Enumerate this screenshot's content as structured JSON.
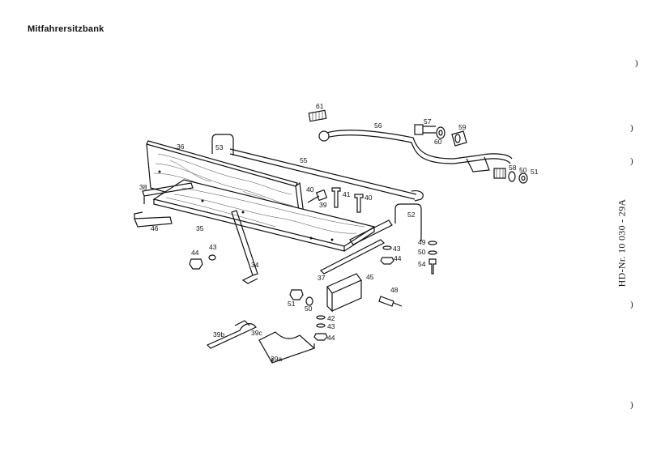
{
  "header": {
    "title": "Mitfahrersitzbank"
  },
  "doc_number": "HD-Nr. 10 030 - 29A",
  "margin_marks": [
    ")",
    ")",
    ")",
    ")",
    ")"
  ],
  "parts": [
    {
      "id": "p61",
      "text": "61"
    },
    {
      "id": "p56",
      "text": "56"
    },
    {
      "id": "p57",
      "text": "57"
    },
    {
      "id": "p60",
      "text": "60"
    },
    {
      "id": "p59",
      "text": "59"
    },
    {
      "id": "p58",
      "text": "58"
    },
    {
      "id": "p50a",
      "text": "50"
    },
    {
      "id": "p51a",
      "text": "51"
    },
    {
      "id": "p36",
      "text": "36"
    },
    {
      "id": "p53",
      "text": "53"
    },
    {
      "id": "p55",
      "text": "55"
    },
    {
      "id": "p38",
      "text": "38"
    },
    {
      "id": "p40a",
      "text": "40"
    },
    {
      "id": "p41",
      "text": "41"
    },
    {
      "id": "p40b",
      "text": "40"
    },
    {
      "id": "p39",
      "text": "39"
    },
    {
      "id": "p52",
      "text": "52"
    },
    {
      "id": "p46",
      "text": "46"
    },
    {
      "id": "p35",
      "text": "35"
    },
    {
      "id": "p49",
      "text": "49"
    },
    {
      "id": "p50b",
      "text": "50"
    },
    {
      "id": "p54",
      "text": "54"
    },
    {
      "id": "p43a",
      "text": "43"
    },
    {
      "id": "p44a",
      "text": "44"
    },
    {
      "id": "p43b",
      "text": "43"
    },
    {
      "id": "p44b",
      "text": "44"
    },
    {
      "id": "p34",
      "text": "34"
    },
    {
      "id": "p37",
      "text": "37"
    },
    {
      "id": "p45",
      "text": "45"
    },
    {
      "id": "p48",
      "text": "48"
    },
    {
      "id": "p51b",
      "text": "51"
    },
    {
      "id": "p50c",
      "text": "50"
    },
    {
      "id": "p42",
      "text": "42"
    },
    {
      "id": "p43c",
      "text": "43"
    },
    {
      "id": "p44c",
      "text": "44"
    },
    {
      "id": "p39b",
      "text": "39b"
    },
    {
      "id": "p39c",
      "text": "39c"
    },
    {
      "id": "p39a",
      "text": "39a"
    }
  ]
}
